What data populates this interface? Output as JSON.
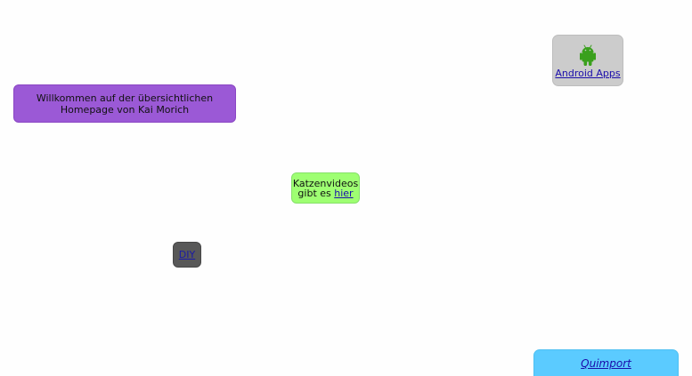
{
  "welcome": {
    "line1": "Willkommen auf der übersichtlichen",
    "line2": "Homepage von Kai Morich"
  },
  "cats": {
    "line1": "Katzenvideos",
    "line2_prefix": "gibt es ",
    "link": "hier"
  },
  "diy": {
    "link": "DIY"
  },
  "android": {
    "icon": "android-robot-icon",
    "link": "Android Apps"
  },
  "quimport": {
    "link": "Quimport"
  },
  "colors": {
    "welcome_bg": "#9b59d6",
    "cats_bg": "#9eff72",
    "diy_bg": "#585858",
    "android_bg": "#cccccc",
    "android_icon": "#3aa01d",
    "quimport_bg": "#5bcbff",
    "link": "#1a0dab"
  }
}
